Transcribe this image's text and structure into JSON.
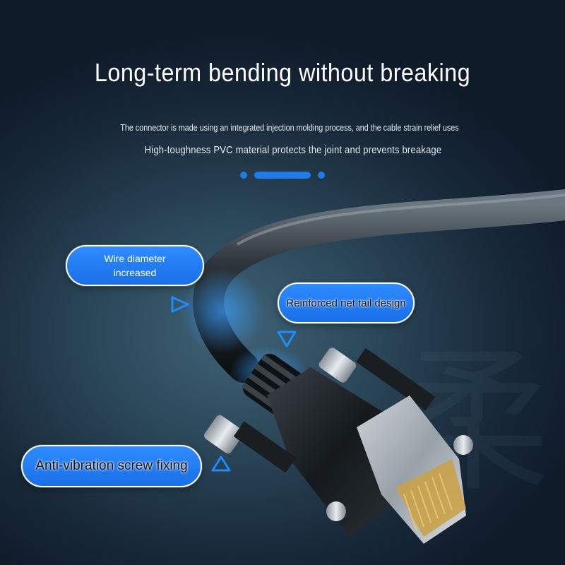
{
  "headline": "Long-term bending without breaking",
  "subtitle_line1": "The connector is made using an integrated injection molding process, and the cable strain relief uses",
  "subtitle_line2": "High-toughness PVC material protects the joint and prevents breakage",
  "callouts": {
    "wire_diameter": "Wire diameter increased",
    "net_tail": "Reinforced net tail design",
    "screw_fixing": "Anti-vibration screw fixing"
  },
  "watermark_char": "柔",
  "colors": {
    "accent": "#1e7be8",
    "background": "#1d3344"
  },
  "icons": {
    "arrow_right": "triangle-right-outline",
    "arrow_down": "triangle-down-outline",
    "arrow_up": "triangle-up-outline"
  }
}
